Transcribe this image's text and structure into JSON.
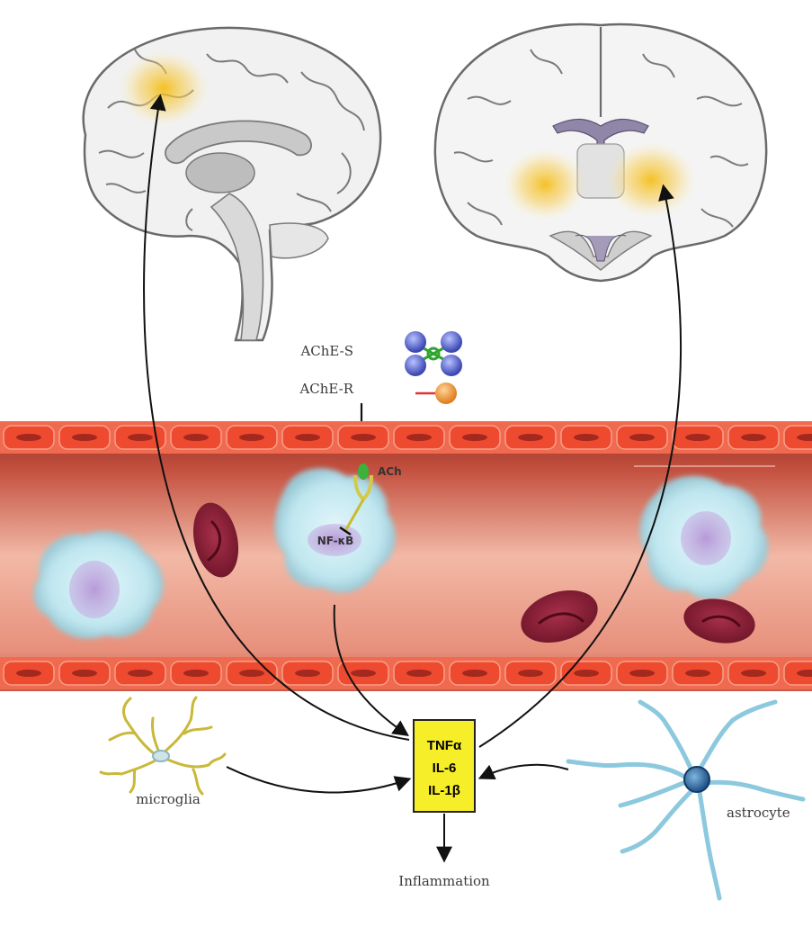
{
  "labels": {
    "ache_s": "AChE-S",
    "ache_r": "AChE-R",
    "ach": "ACh",
    "nfkb": "NF-κB",
    "microglia": "microglia",
    "astrocyte": "astrocyte",
    "inflammation": "Inflammation"
  },
  "cytokines": [
    "TNFα",
    "IL-6",
    "IL-1β"
  ],
  "colors": {
    "vessel_wall": "#e8452c",
    "vessel_lumen": "#b8382b",
    "blood_cell": "#8e1f3a",
    "leukocyte": "#bfe6ef",
    "nucleus": "#b7a0d6",
    "cytokine_box": "#f7ee2a",
    "glow": "#f6c233",
    "ache_s": "#5a6ad0",
    "ache_r": "#f0a14a"
  }
}
